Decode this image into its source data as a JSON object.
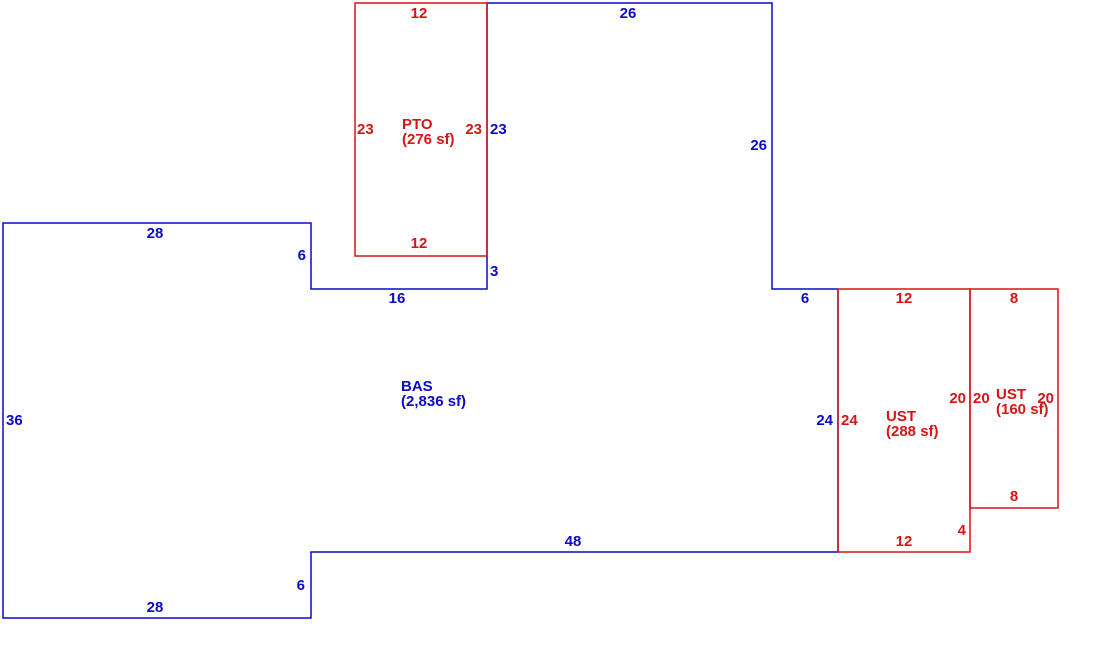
{
  "colors": {
    "base": "#0a0ac8",
    "addition": "#d81414"
  },
  "areas": {
    "bas": {
      "code": "BAS",
      "area": "(2,836 sf)"
    },
    "pto": {
      "code": "PTO",
      "area": "(276 sf)"
    },
    "ust_large": {
      "code": "UST",
      "area": "(288 sf)"
    },
    "ust_small": {
      "code": "UST",
      "area": "(160 sf)"
    }
  },
  "dimensions": {
    "bas": {
      "top_left": "28",
      "left": "36",
      "bottom_left": "28",
      "notch_bottom_vertical": "6",
      "bottom_long": "48",
      "right_lower": "24",
      "notch_right_horizontal": "6",
      "right_upper": "26",
      "top_right": "26",
      "pto_side": "23",
      "step_vertical": "3",
      "step_horizontal": "16",
      "notch_top_vertical": "6"
    },
    "pto": {
      "top": "12",
      "bottom": "12",
      "left": "23",
      "right": "23"
    },
    "ust_large": {
      "top": "12",
      "bottom": "12",
      "left": "24",
      "right": "20",
      "offset": "4"
    },
    "ust_small": {
      "top": "8",
      "bottom": "8",
      "left": "20",
      "right": "20"
    }
  }
}
